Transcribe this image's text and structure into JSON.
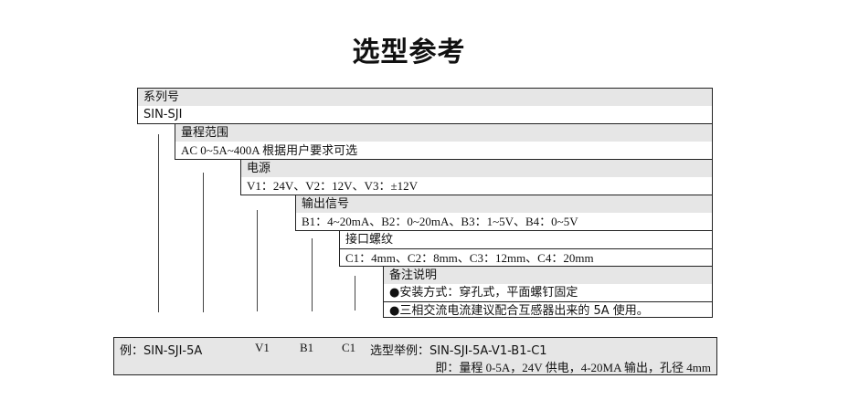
{
  "title": "选型参考",
  "blocks": [
    {
      "header": "系列号",
      "value": "SIN-SJI"
    },
    {
      "header": "量程范围",
      "value": "AC 0~5A~400A 根据用户要求可选"
    },
    {
      "header": "电源",
      "value": "V1：24V、V2：12V、V3：±12V"
    },
    {
      "header": "输出信号",
      "value": "B1：4~20mA、B2：0~20mA、B3：1~5V、B4：0~5V"
    },
    {
      "header": "接口螺纹",
      "value": "C1：4mm、C2：8mm、C3：12mm、C4：20mm"
    },
    {
      "header": "备注说明",
      "notes": [
        "●安装方式：穿孔式，平面螺钉固定",
        "●三相交流电流建议配合互感器出来的 5A 使用。"
      ]
    }
  ],
  "example": {
    "label": "例：SIN-SJI-5A",
    "v": "V1",
    "b": "B1",
    "c": "C1",
    "selection_label": "选型举例：SIN-SJI-5A-V1-B1-C1",
    "explanation": "即：量程 0-5A，24V 供电，4-20MA 输出，孔径 4mm"
  },
  "colors": {
    "header_bg": "#e6e6e6",
    "border": "#222222"
  }
}
